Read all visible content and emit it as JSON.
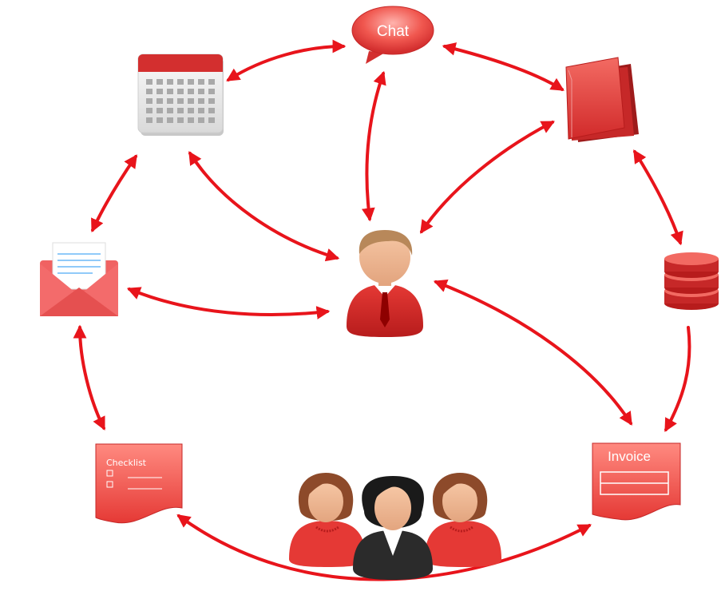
{
  "nodes": {
    "chat": {
      "label": "Chat"
    },
    "checklist": {
      "label": "Checklist"
    },
    "invoice": {
      "label": "Invoice"
    }
  },
  "icons": {
    "calendar": "calendar-icon",
    "folder": "folder-icon",
    "mail": "envelope-icon",
    "database": "database-icon",
    "user": "businessman-icon",
    "team": "team-icon"
  },
  "colors": {
    "arrow": "#e8141b",
    "accent": "#e53935",
    "accent_light": "#f28b82"
  }
}
